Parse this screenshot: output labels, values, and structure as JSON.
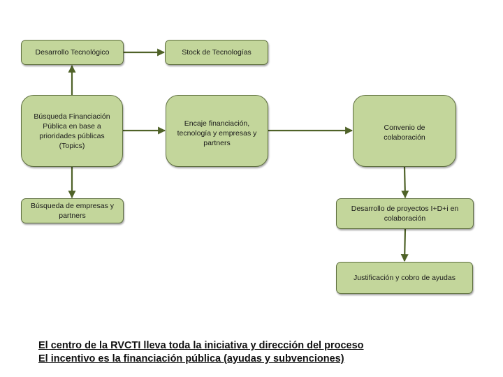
{
  "diagram": {
    "colors": {
      "box_fill": "#c3d69b",
      "box_border": "#5f7040",
      "arrow": "#4f6228"
    },
    "nodes": {
      "desarrollo_tecnologico": "Desarrollo Tecnológico",
      "stock_tecnologias": "Stock de Tecnologías",
      "busqueda_financiacion": "Búsqueda Financiación Pública en base a prioridades públicas (Topics)",
      "encaje": "Encaje financiación, tecnología y empresas y partners",
      "convenio": "Convenio de colaboración",
      "busqueda_empresas": "Búsqueda de empresas y partners",
      "desarrollo_proyectos": "Desarrollo de proyectos I+D+i en colaboración",
      "justificacion": "Justificación y cobro de ayudas"
    },
    "edges": [
      {
        "from": "busqueda_financiacion",
        "to": "desarrollo_tecnologico"
      },
      {
        "from": "desarrollo_tecnologico",
        "to": "stock_tecnologias"
      },
      {
        "from": "busqueda_financiacion",
        "to": "encaje"
      },
      {
        "from": "encaje",
        "to": "convenio"
      },
      {
        "from": "busqueda_financiacion",
        "to": "busqueda_empresas"
      },
      {
        "from": "convenio",
        "to": "desarrollo_proyectos"
      },
      {
        "from": "desarrollo_proyectos",
        "to": "justificacion"
      }
    ]
  },
  "footer": {
    "line1": "El centro de la RVCTI lleva toda la iniciativa y dirección del proceso",
    "line2": "El incentivo es la financiación pública (ayudas y subvenciones)"
  }
}
